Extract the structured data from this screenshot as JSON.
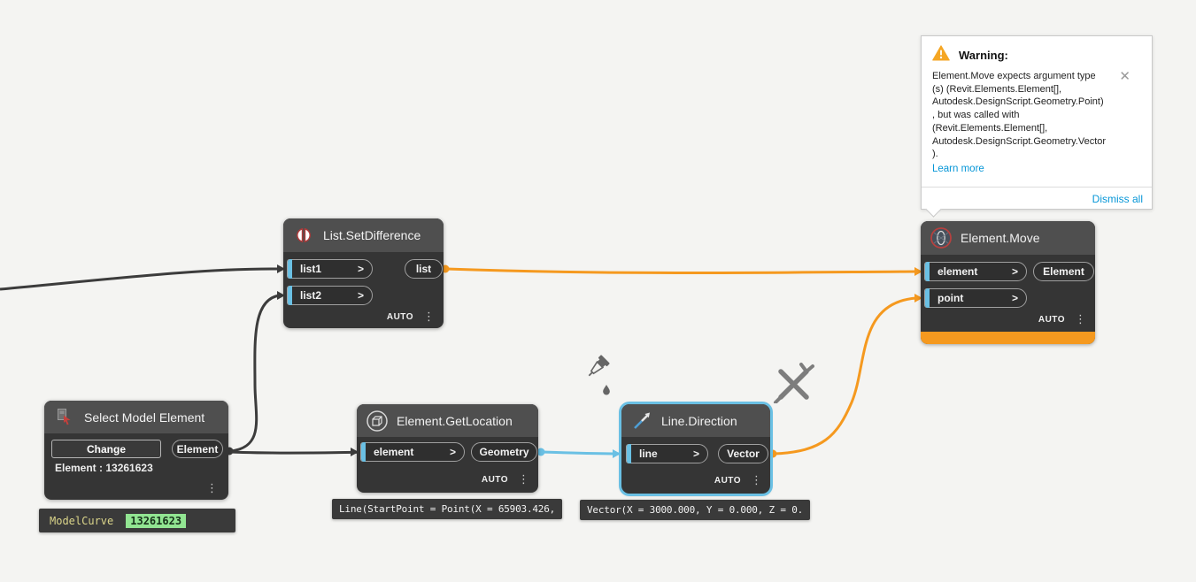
{
  "glyphs": {
    "chevron": ">",
    "kebab": "⋮",
    "close": "✕"
  },
  "colors": {
    "canvas": "#f4f4f2",
    "node_header": "#4F4F4F",
    "node_body": "#353535",
    "wire_dark": "#3C3C3C",
    "wire_orange": "#F5991F",
    "wire_blue": "#6AC0E4",
    "selection_blue": "#6AC0E4",
    "warning_orange": "#F5A623",
    "link_blue": "#0696D7",
    "value_chip_green": "#92E592"
  },
  "nodes": {
    "list_set_difference": {
      "title": "List.SetDifference",
      "inputs": [
        {
          "label": "list1"
        },
        {
          "label": "list2"
        }
      ],
      "outputs": [
        {
          "label": "list"
        }
      ],
      "lacing": "AUTO"
    },
    "select_model_element": {
      "title": "Select Model Element",
      "button_label": "Change",
      "output_label": "Element",
      "status": "Element : 13261623"
    },
    "element_get_location": {
      "title": "Element.GetLocation",
      "inputs": [
        {
          "label": "element"
        }
      ],
      "outputs": [
        {
          "label": "Geometry"
        }
      ],
      "lacing": "AUTO",
      "preview": "Line(StartPoint = Point(X = 65903.426,"
    },
    "line_direction": {
      "title": "Line.Direction",
      "inputs": [
        {
          "label": "line"
        }
      ],
      "outputs": [
        {
          "label": "Vector"
        }
      ],
      "lacing": "AUTO",
      "preview": "Vector(X = 3000.000, Y = 0.000, Z = 0."
    },
    "element_move": {
      "title": "Element.Move",
      "inputs": [
        {
          "label": "element"
        },
        {
          "label": "point"
        }
      ],
      "outputs": [
        {
          "label": "Element"
        }
      ],
      "lacing": "AUTO"
    }
  },
  "watch_bubble": {
    "type_label": "ModelCurve",
    "value": "13261623"
  },
  "warning_panel": {
    "title": "Warning:",
    "message": "Element.Move expects argument type\n(s) (Revit.Elements.Element[],\nAutodesk.DesignScript.Geometry.Point)\n, but was called with\n(Revit.Elements.Element[],\nAutodesk.DesignScript.Geometry.Vector\n).",
    "learn_more_label": "Learn more",
    "dismiss_all_label": "Dismiss all"
  }
}
